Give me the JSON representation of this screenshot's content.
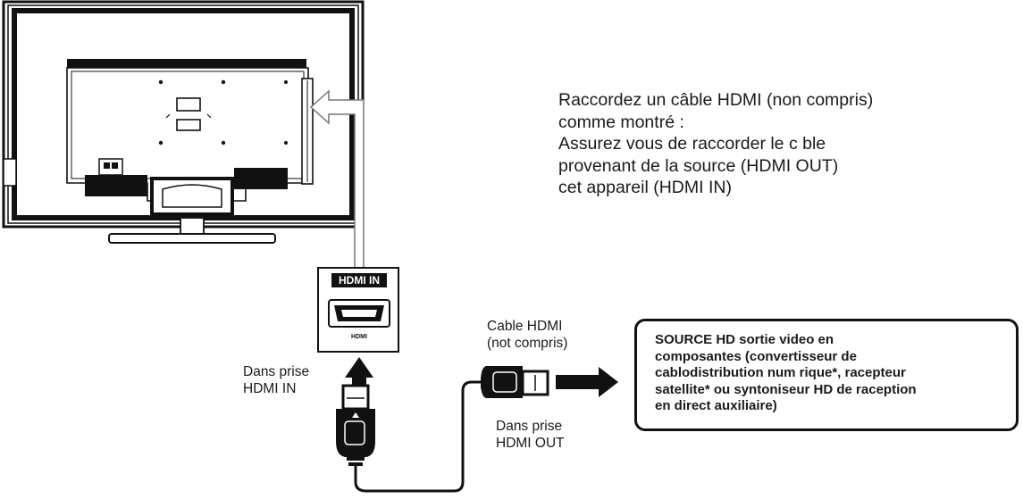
{
  "instructions": [
    "Raccordez un câble HDMI (non compris)",
    "comme montré :",
    "Assurez vous de raccorder le c ble",
    "provenant de la source (HDMI OUT)",
    "cet appareil (HDMI IN)"
  ],
  "tv_port": {
    "label": "HDMI IN",
    "logo": "HDMI"
  },
  "labels": {
    "dans_prise_hdmi_in": [
      "Dans prise",
      "HDMI IN"
    ],
    "cable_hdmi": [
      "Cable HDMI",
      "(not compris)"
    ],
    "dans_prise_hdmi_out": [
      "Dans prise",
      "HDMI OUT"
    ]
  },
  "source_box": [
    "SOURCE HD sortie video en",
    "composantes (convertisseur de",
    "cablodistribution num rique*, racepteur",
    "satellite* ou syntoniseur HD de raception",
    "en direct auxiliaire)"
  ]
}
